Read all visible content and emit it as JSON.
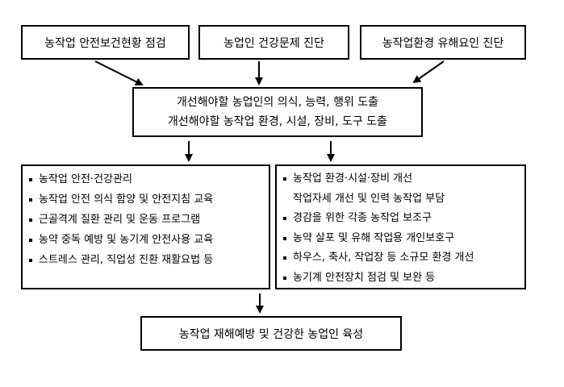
{
  "inputs": [
    "농작업 안전보건현황 점검",
    "농업인 건강문제 진단",
    "농작업환경 유해요인 진단"
  ],
  "center": {
    "line1": "개선해야할 농업인의 의식, 능력, 행위 도출",
    "line2": "개선해야할 농작업 환경, 시설, 장비, 도구 도출"
  },
  "left_items": [
    "농작업 안전·건강관리",
    "농작업 안전 의식 함양 및 안전지침 교육",
    "근골격계 질환 관리 및 운동 프로그램",
    "농약 중독 예방 및 농기계 안전사용 교육",
    "스트레스 관리, 직업성 진환 재활요법 등"
  ],
  "right_items": [
    "농작업 환경·시설·장비 개선",
    "작업자세 개선 및 인력 농작업 부담",
    "경감을 위한 각종 농작업 보조구",
    "농약 살포 및 유해 작업용 개인보호구",
    "하우스, 축사, 작업장 등 소규모 환경 개선",
    "농기계 안전장치 점검 및 보완 등"
  ],
  "result": "농작업 재해예방 및 건강한 농업인 육성"
}
